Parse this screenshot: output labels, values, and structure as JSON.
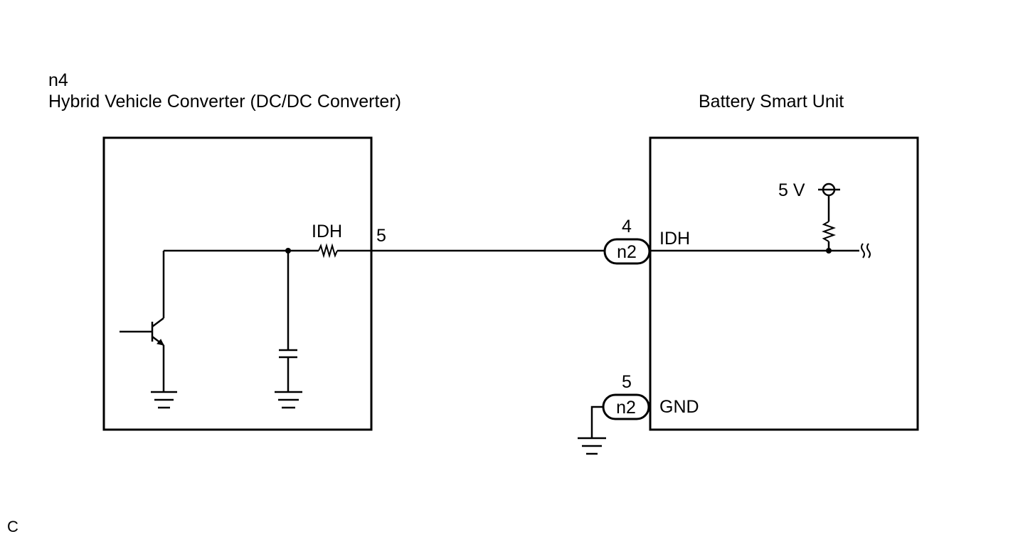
{
  "left_component": {
    "ref": "n4",
    "name": "Hybrid Vehicle Converter (DC/DC Converter)",
    "signal": "IDH",
    "pin": "5"
  },
  "right_component": {
    "name": "Battery Smart Unit",
    "supply": "5 V",
    "signals": [
      {
        "pin": "4",
        "connector": "n2",
        "name": "IDH"
      },
      {
        "pin": "5",
        "connector": "n2",
        "name": "GND"
      }
    ]
  },
  "corner_mark": "C"
}
